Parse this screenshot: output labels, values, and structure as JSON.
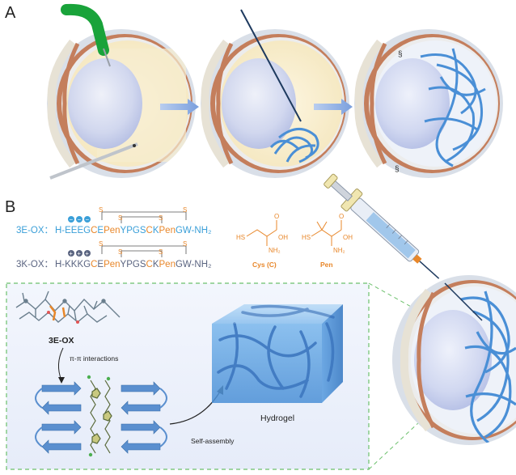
{
  "panel_a": {
    "label": "A"
  },
  "panel_b": {
    "label": "B",
    "peptides": [
      {
        "name": "3E-OX：",
        "charge_symbol": "−",
        "prefix": "H-EEEG",
        "c1": "C",
        "e": "E",
        "pen1": "Pen",
        "mid": "YPGS",
        "c2": "C",
        "k": "K",
        "pen2": "Pen",
        "suffix": "GW-NH₂",
        "color": "#3a9fd8"
      },
      {
        "name": "3K-OX：",
        "charge_symbol": "+",
        "prefix": "H-KKKG",
        "c1": "C",
        "e": "E",
        "pen1": "Pen",
        "mid": "YPGS",
        "c2": "C",
        "k": "K",
        "pen2": "Pen",
        "suffix": "GW-NH₂",
        "color": "#5a6480"
      }
    ],
    "disulfide_label": "S",
    "molecules": [
      {
        "name": "Cys (C)",
        "sh": "HS",
        "oh": "OH",
        "o": "O",
        "nh2": "NH₂"
      },
      {
        "name": "Pen",
        "sh": "HS",
        "oh": "OH",
        "o": "O",
        "nh2": "NH₂"
      }
    ],
    "inset": {
      "molecule_label": "3E-OX",
      "interaction_label": "π-π interactions",
      "assembly_label": "Self-assembly",
      "hydrogel_label": "Hydrogel"
    }
  },
  "colors": {
    "orange": "#e8872a",
    "blue_text": "#3a9fd8",
    "dark_text": "#222222",
    "fiber": "#4a8fd6",
    "dash": "#6cc06c"
  }
}
